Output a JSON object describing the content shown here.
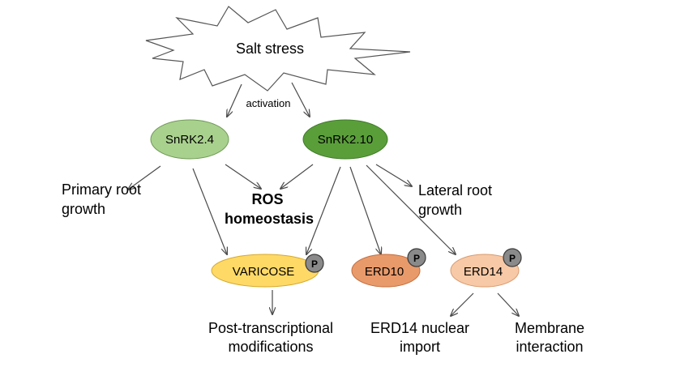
{
  "trigger": {
    "label": "Salt stress"
  },
  "edge_label": "activation",
  "kinases": [
    {
      "label": "SnRK2.4",
      "fill": "#a9d18e",
      "stroke": "#6f9a55"
    },
    {
      "label": "SnRK2.10",
      "fill": "#5a9e3a",
      "stroke": "#3f7a28"
    }
  ],
  "outcomes": {
    "primary_root": {
      "line1": "Primary root",
      "line2": "growth"
    },
    "ros": {
      "line1": "ROS",
      "line2": "homeostasis"
    },
    "lateral_root": {
      "line1": "Lateral root",
      "line2": "growth"
    }
  },
  "substrates": [
    {
      "label": "VARICOSE",
      "fill": "#ffd966",
      "stroke": "#d6a92a",
      "phospho": "P"
    },
    {
      "label": "ERD10",
      "fill": "#e99a6a",
      "stroke": "#c46d3d",
      "phospho": "P"
    },
    {
      "label": "ERD14",
      "fill": "#f8c9a6",
      "stroke": "#d99a6e",
      "phospho": "P"
    }
  ],
  "effects": {
    "varicose": {
      "line1": "Post-transcriptional",
      "line2": "modifications"
    },
    "erd14_nuclear": {
      "line1": "ERD14 nuclear",
      "line2": "import"
    },
    "erd14_membrane": {
      "line1": "Membrane",
      "line2": "interaction"
    }
  }
}
